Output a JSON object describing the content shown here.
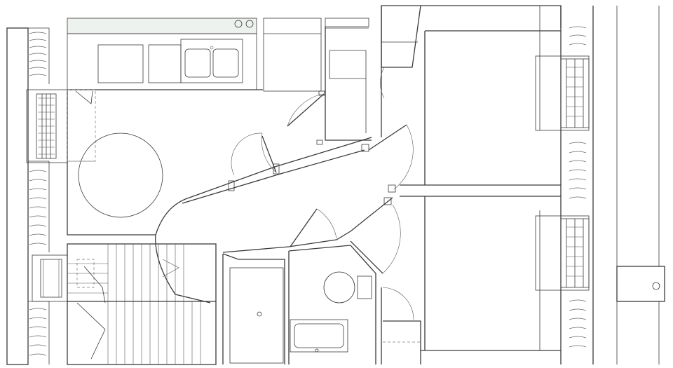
{
  "drawing": {
    "kind": "floor-plan",
    "labels": [],
    "colors": {
      "line": "#3a3a3a",
      "thin_line": "#555555",
      "dashed": "#777777",
      "counter_tint": "#eef2ee",
      "background": "#ffffff"
    },
    "rooms": [
      "kitchen-dining",
      "corridor",
      "bedroom-upper",
      "bedroom-lower",
      "bathroom",
      "staircase",
      "closet"
    ],
    "fixtures": [
      "round-table",
      "double-sink",
      "cooktop",
      "toilet",
      "bathtub",
      "shower-drain",
      "wall-outlet"
    ]
  }
}
